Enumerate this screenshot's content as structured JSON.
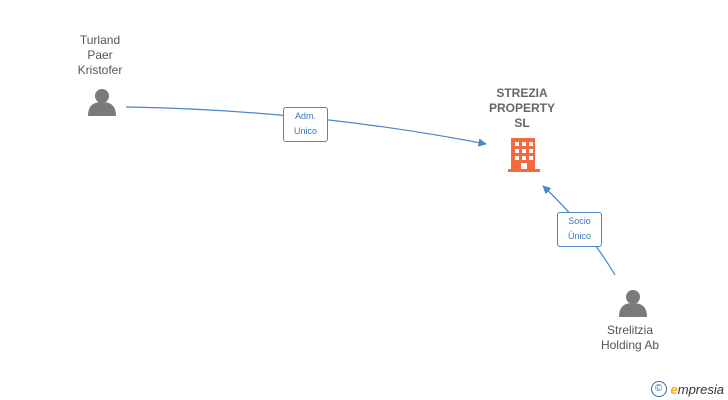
{
  "nodes": {
    "person_top": {
      "name_lines": [
        "Turland",
        "Paer",
        "Kristofer"
      ],
      "icon": "person-icon"
    },
    "company": {
      "name_lines": [
        "STREZIA",
        "PROPERTY",
        "SL"
      ],
      "icon": "building-icon"
    },
    "person_bottom": {
      "name_lines": [
        "Strelitzia",
        "Holding Ab"
      ],
      "icon": "person-icon"
    }
  },
  "edges": [
    {
      "from": "person_top",
      "to": "company",
      "label_lines": [
        "Adm.",
        "Unico"
      ]
    },
    {
      "from": "person_bottom",
      "to": "company",
      "label_lines": [
        "Socio",
        "Único"
      ]
    }
  ],
  "watermark": {
    "symbol": "©",
    "brand_initial": "e",
    "brand_rest": "mpresia"
  },
  "colors": {
    "edge": "#4a86c8",
    "person_icon": "#7a7a7a",
    "company_icon": "#f26a3d"
  }
}
